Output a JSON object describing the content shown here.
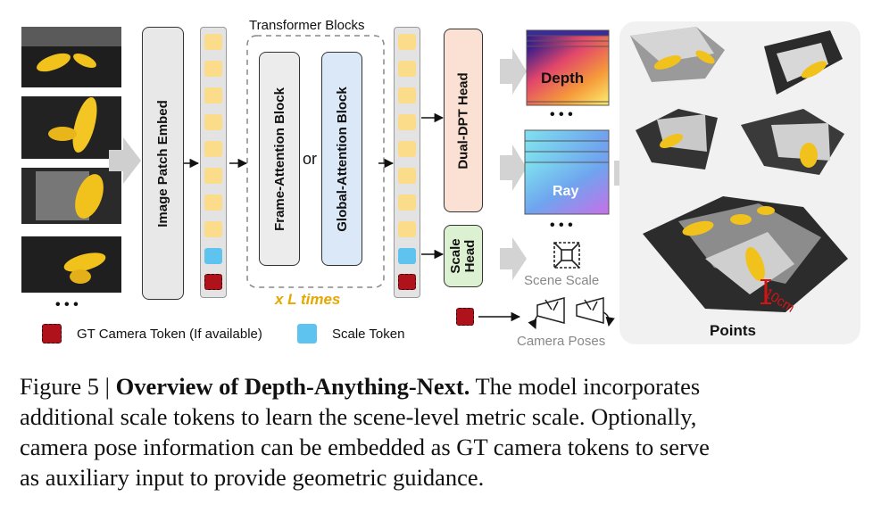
{
  "diagram": {
    "image_patch_embed": "Image Patch Embed",
    "transformer_blocks": "Transformer Blocks",
    "frame_attention": "Frame-Attention Block",
    "or": "or",
    "global_attention": "Global-Attention Block",
    "xl_times": "x L times",
    "dual_dpt_head": "Dual-DPT Head",
    "scale_head": "Scale Head",
    "depth": "Depth",
    "ray": "Ray",
    "ellipsis": "• • •",
    "scene_scale": "Scene Scale",
    "camera_poses": "Camera Poses",
    "points": "Points",
    "scale_bar": "10cm",
    "input_ellipsis": "• • •",
    "legend": {
      "gt_camera": "GT Camera Token (If available)",
      "scale_token": "Scale Token"
    },
    "colors": {
      "camera_token": "#b0121b",
      "scale_token": "#5ec4ef",
      "patch_token": "#fbdc8a",
      "dpt_head": "#fbe0d4",
      "scale_head": "#dcf1d2",
      "global_attention": "#dbe8f7",
      "xl_times": "#e6a800",
      "points_panel": "#f1f1f1"
    }
  },
  "caption": {
    "line1_prefix": "Figure 5 | ",
    "line1_bold": "Overview of Depth-Anything-Next.",
    "line1_rest": " The model incorporates",
    "line2": "additional scale tokens to learn the scene-level metric scale. Optionally,",
    "line3": "camera pose information can be embedded as GT camera tokens to serve",
    "line4": "as auxiliary input to provide geometric guidance."
  }
}
